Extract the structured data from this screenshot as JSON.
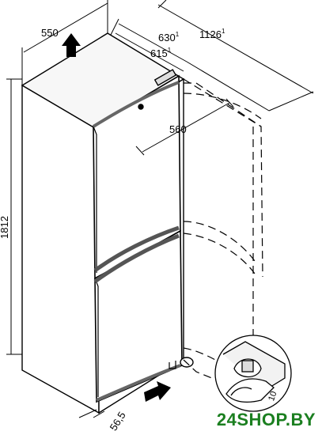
{
  "dimensions": {
    "width": "550",
    "depth_with_handle": "630",
    "depth_with_handle_sup": "1",
    "depth": "615",
    "depth_sup": "1",
    "door_open_depth": "1126",
    "door_open_depth_sup": "1",
    "door_width": "560",
    "height": "1812",
    "foot_offset": "56,5",
    "foot_wrench": "10"
  },
  "watermark": "24SHOP.BY"
}
